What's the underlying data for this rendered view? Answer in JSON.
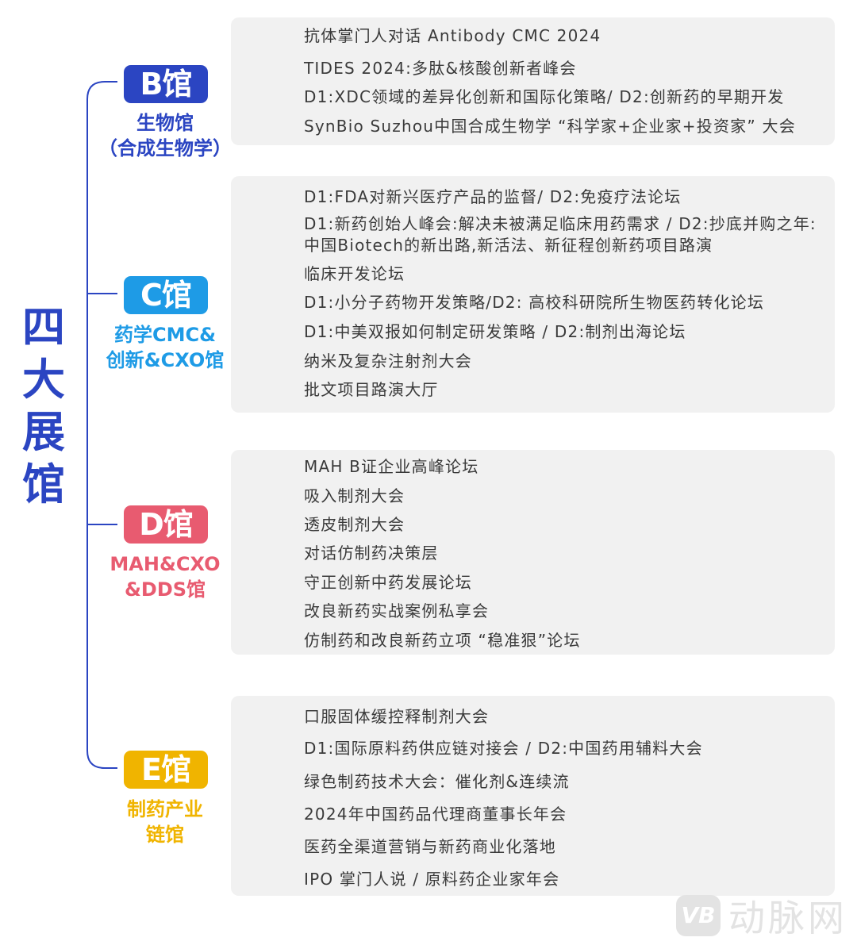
{
  "title": "四大展馆",
  "colors": {
    "B": "#2b45c2",
    "C": "#1e9be6",
    "D": "#e85b70",
    "E": "#f0b400",
    "panel_bg": "#f1f1f1",
    "item_text": "#3a3a3a"
  },
  "halls": [
    {
      "id": "B",
      "badge": "B馆",
      "subtitle_lines": [
        "生物馆",
        "（合成生物学）"
      ],
      "items": [
        "抗体掌门人对话 Antibody CMC 2024",
        "TIDES 2024:多肽&核酸创新者峰会",
        "D1:XDC领域的差异化创新和国际化策略/ D2:创新药的早期开发",
        "SynBio Suzhou中国合成生物学 “科学家+企业家+投资家” 大会"
      ]
    },
    {
      "id": "C",
      "badge": "C馆",
      "subtitle_lines": [
        "药学CMC&",
        "创新&CXO馆"
      ],
      "items": [
        "D1:FDA对新兴医疗产品的监督/ D2:免疫疗法论坛",
        "D1:新药创始人峰会:解决未被满足临床用药需求 / D2:抄底并购之年:中国Biotech的新出路,新活法、新征程创新药项目路演",
        "临床开发论坛",
        "D1:小分子药物开发策略/D2: 高校科研院所生物医药转化论坛",
        "D1:中美双报如何制定研发策略 / D2:制剂出海论坛",
        "纳米及复杂注射剂大会",
        "批文项目路演大厅"
      ]
    },
    {
      "id": "D",
      "badge": "D馆",
      "subtitle_lines": [
        "MAH&CXO",
        "&DDS馆"
      ],
      "items": [
        "MAH B证企业高峰论坛",
        "吸入制剂大会",
        "透皮制剂大会",
        "对话仿制药决策层",
        "守正创新中药发展论坛",
        "改良新药实战案例私享会",
        "仿制药和改良新药立项 “稳准狠”论坛"
      ]
    },
    {
      "id": "E",
      "badge": "E馆",
      "subtitle_lines": [
        "制药产业",
        "链馆"
      ],
      "items": [
        "口服固体缓控释制剂大会",
        "D1:国际原料药供应链对接会 / D2:中国药用辅料大会",
        "绿色制药技术大会：催化剂&连续流",
        "2024年中国药品代理商董事长年会",
        "医药全渠道营销与新药商业化落地",
        "IPO 掌门人说 / 原料药企业家年会"
      ]
    }
  ],
  "watermark": {
    "logo": "VB",
    "text": "动脉网"
  }
}
